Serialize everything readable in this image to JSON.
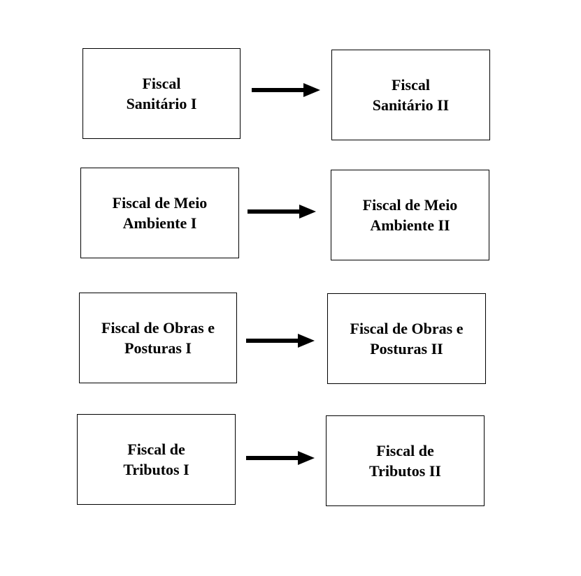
{
  "rows": [
    {
      "from": {
        "line1": "Fiscal",
        "line2": "Sanitário I"
      },
      "to": {
        "line1": "Fiscal",
        "line2": "Sanitário II"
      }
    },
    {
      "from": {
        "line1": "Fiscal de Meio",
        "line2": "Ambiente I"
      },
      "to": {
        "line1": "Fiscal de Meio",
        "line2": "Ambiente II"
      }
    },
    {
      "from": {
        "line1": "Fiscal de Obras e",
        "line2": "Posturas I"
      },
      "to": {
        "line1": "Fiscal de Obras e",
        "line2": "Posturas II"
      }
    },
    {
      "from": {
        "line1": "Fiscal de",
        "line2": "Tributos I"
      },
      "to": {
        "line1": "Fiscal de",
        "line2": "Tributos II"
      }
    }
  ],
  "colors": {
    "stroke": "#000000",
    "background": "#ffffff",
    "text": "#000000"
  }
}
